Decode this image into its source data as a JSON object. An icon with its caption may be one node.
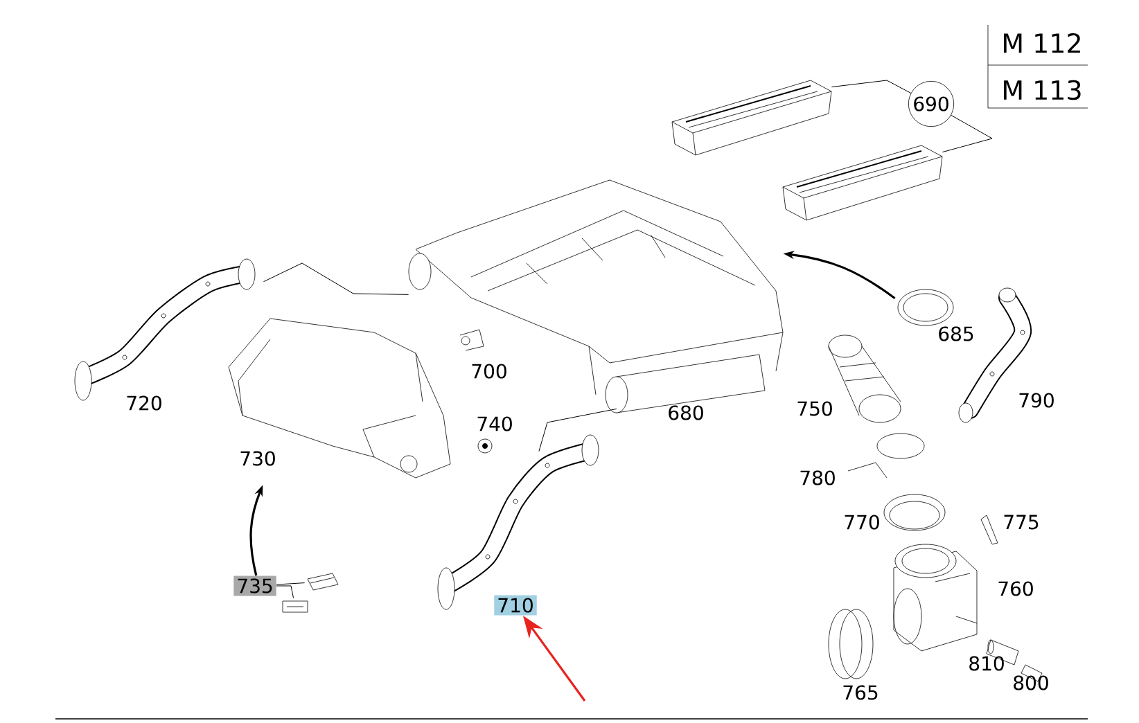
{
  "diagram": {
    "nodes": [
      {
        "text": [
          "690"
        ]
      },
      {
        "text": [],
        "shape": "picture"
      },
      {
        "text": [],
        "shape": "picture"
      },
      {
        "text": [],
        "shape": "picture"
      },
      {
        "text": [],
        "shape": "picture"
      },
      {
        "text": [],
        "shape": "picture"
      },
      {
        "text": [],
        "shape": "picture"
      },
      {
        "text": [],
        "shape": "picture"
      },
      {
        "text": [
          "735"
        ]
      },
      {
        "text": [],
        "shape": "picture"
      },
      {
        "text": [],
        "shape": "picture"
      },
      {
        "text": [
          "710"
        ]
      }
    ],
    "edges": [
      {
        "from": 0,
        "to": 1,
        "arrow": "none"
      },
      {
        "from": 0,
        "to": 2,
        "arrow": "none"
      },
      {
        "from": 3,
        "to": 4,
        "arrow": "none"
      },
      {
        "from": 4,
        "to": 7,
        "arrow": "none"
      },
      {
        "from": 8,
        "to": 9,
        "arrow": "none"
      },
      {
        "from": 8,
        "to": 10,
        "arrow": "none"
      },
      {
        "from": 8,
        "to": 6,
        "arrow": "to"
      },
      {
        "from": 5,
        "to": 4,
        "arrow": "to"
      },
      {
        "from": null,
        "to": 11,
        "arrow": "to",
        "color": "#e8231f"
      }
    ],
    "labels": [
      "M 112",
      "M 113",
      "685",
      "700",
      "720",
      "790",
      "680",
      "750",
      "740",
      "730",
      "780",
      "770",
      "775",
      "760",
      "810",
      "800",
      "765"
    ]
  }
}
